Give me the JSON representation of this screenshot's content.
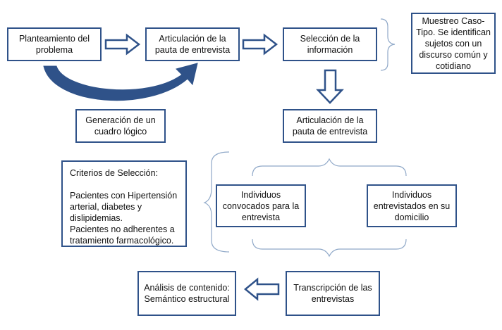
{
  "nodes": {
    "planteamiento": "Planteamiento del\nproblema",
    "articulacion_top": "Articulación de la\npauta de entrevista",
    "seleccion": "Selección de la\ninformación",
    "muestreo": "Muestreo Caso-\nTipo. Se identifican\nsujetos con un\ndiscurso común  y\ncotidiano",
    "generacion": "Generación de un\ncuadro lógico",
    "articulacion_mid": "Articulación de la\npauta de entrevista",
    "criterios": "Criterios de Selección:\n\nPacientes con Hipertensión\narterial, diabetes y\ndislipidemias.\nPacientes no adherentes a\ntratamiento farmacológico.",
    "convocados": "Individuos\nconvocados para la\nentrevista",
    "entrevistados": "Individuos\nentrevistados en su\ndomicilio",
    "transcripcion": "Transcripción de las\nentrevistas",
    "analisis": "Análisis de contenido:\nSemántico estructural"
  },
  "colors": {
    "box_border": "#2f5289",
    "arrow_fill": "#ffffff",
    "brace": "#8fa8c8"
  }
}
